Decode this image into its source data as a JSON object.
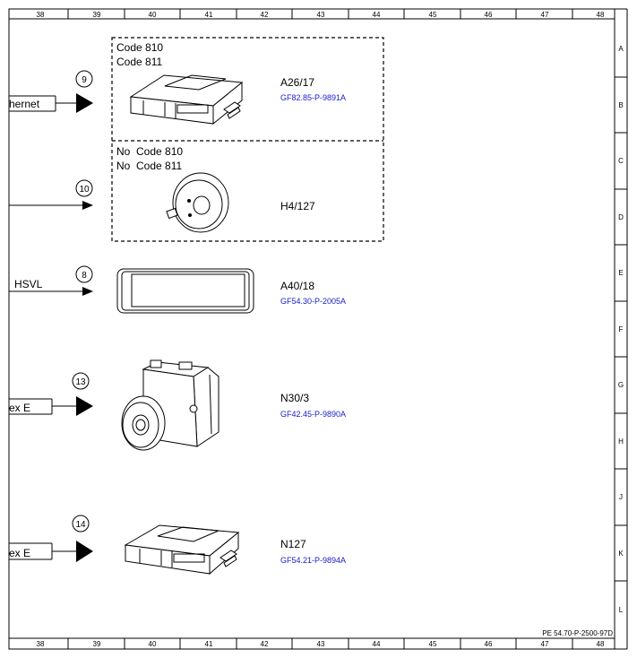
{
  "grid": {
    "columns": [
      "38",
      "39",
      "40",
      "41",
      "42",
      "43",
      "44",
      "45",
      "46",
      "47",
      "48"
    ],
    "rows": [
      "A",
      "B",
      "C",
      "D",
      "E",
      "F",
      "G",
      "H",
      "J",
      "K",
      "L"
    ]
  },
  "doc_ref": "PE 54.70-P-2500-97D",
  "colors": {
    "link": "#1a1acc",
    "line": "#000000"
  },
  "connectors": [
    {
      "id": "c9",
      "wire_label": "hernet",
      "circle": "9"
    },
    {
      "id": "c10",
      "wire_label": "",
      "circle": "10"
    },
    {
      "id": "c8",
      "wire_label": "HSVL",
      "circle": "8"
    },
    {
      "id": "c13",
      "wire_label": "ex E",
      "circle": "13"
    },
    {
      "id": "c14",
      "wire_label": "ex E",
      "circle": "14"
    }
  ],
  "group_a": {
    "code1": "Code 810",
    "code2": "Code 811"
  },
  "group_b": {
    "code1": "No  Code 810",
    "code2": "No  Code 811"
  },
  "components": [
    {
      "id": "a26",
      "name": "A26/17",
      "ref": "GF82.85-P-9891A",
      "icon": "control-unit-icon"
    },
    {
      "id": "h4",
      "name": "H4/127",
      "ref": "",
      "icon": "speaker-icon"
    },
    {
      "id": "a40",
      "name": "A40/18",
      "ref": "GF54.30-P-2005A",
      "icon": "display-icon"
    },
    {
      "id": "n30",
      "name": "N30/3",
      "ref": "GF42.45-P-9890A",
      "icon": "abs-unit-icon"
    },
    {
      "id": "n127",
      "name": "N127",
      "ref": "GF54.21-P-9894A",
      "icon": "control-unit-icon"
    }
  ]
}
